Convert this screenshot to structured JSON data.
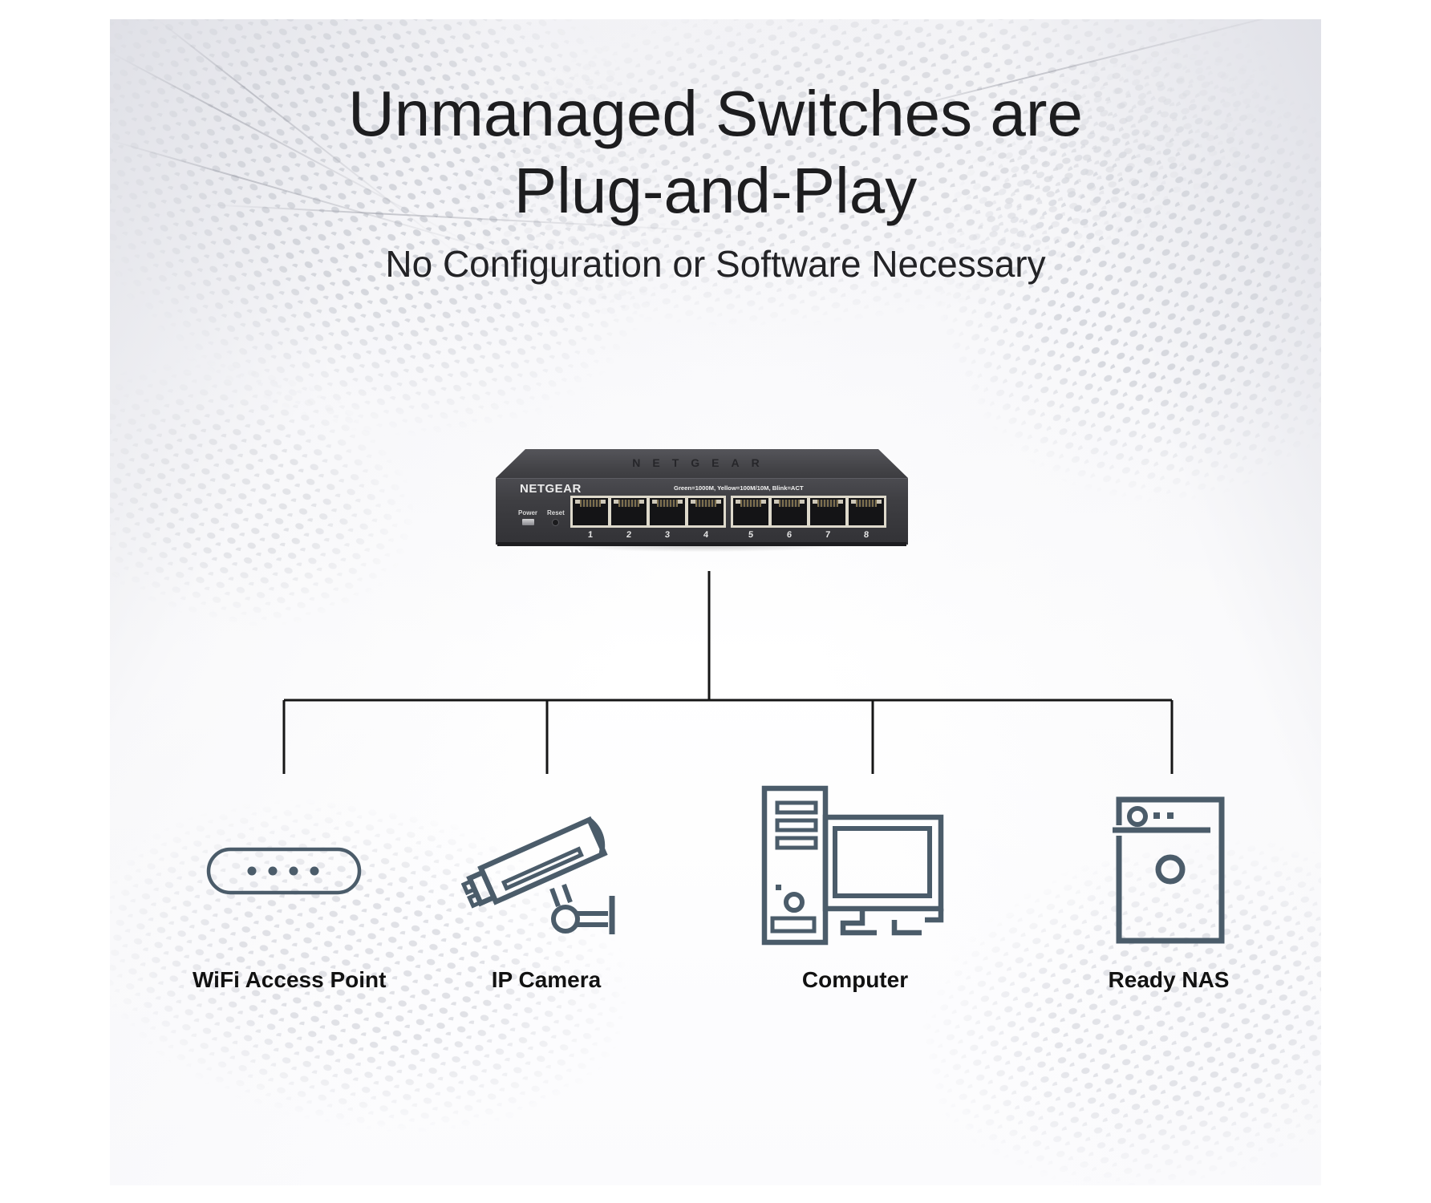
{
  "page": {
    "title_line1": "Unmanaged Switches are",
    "title_line2": "Plug-and-Play",
    "subtitle": "No Configuration or Software Necessary"
  },
  "switch": {
    "top_brand": "NETGEAR",
    "front_brand": "NETGEAR",
    "led_legend": "Green=1000M, Yellow=100M/10M, Blink=ACT",
    "power_label": "Power",
    "reset_label": "Reset",
    "port_numbers": [
      "1",
      "2",
      "3",
      "4",
      "5",
      "6",
      "7",
      "8"
    ]
  },
  "devices": [
    {
      "id": "wifi-access-point",
      "label": "WiFi Access Point"
    },
    {
      "id": "ip-camera",
      "label": "IP Camera"
    },
    {
      "id": "computer",
      "label": "Computer"
    },
    {
      "id": "ready-nas",
      "label": "Ready NAS"
    }
  ],
  "colors": {
    "icon_stroke": "#4b5c6a",
    "tree_line": "#161616",
    "switch_body": "#3e3e42",
    "port_bezel": "#ded9cb",
    "label_text": "#121212",
    "title_text": "#1d1d1f"
  }
}
